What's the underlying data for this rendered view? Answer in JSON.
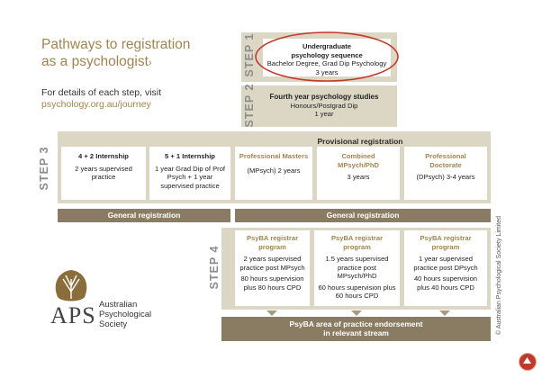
{
  "header": {
    "title_line1": "Pathways to registration",
    "title_line2": "as a psychologist",
    "title_arrow": "›",
    "details_text": "For details of each step, visit",
    "details_link": "psychology.org.au/journey"
  },
  "steps": {
    "step1": "STEP 1",
    "step2": "STEP 2",
    "step3": "STEP 3",
    "step4": "STEP 4"
  },
  "step1_box": {
    "title_line1": "Undergraduate",
    "title_line2": "psychology sequence",
    "sub_line1": "Bachelor Degree, Grad Dip Psychology",
    "sub_line2": "3 years"
  },
  "step2_box": {
    "title": "Fourth year psychology studies",
    "sub_line1": "Honours/Postgrad Dip",
    "sub_line2": "1 year"
  },
  "provisional": "Provisional registration",
  "step3_boxes": [
    {
      "title": "4 + 2 Internship",
      "body": "2 years supervised practice"
    },
    {
      "title": "5 + 1 Internship",
      "body": "1 year Grad Dip of Prof Psych + 1 year supervised practice"
    },
    {
      "title": "Professional Masters",
      "body": "(MPsych) 2 years"
    },
    {
      "title": "Combined MPsych/PhD",
      "body": "3 years"
    },
    {
      "title": "Professional Doctorate",
      "body": "(DPsych) 3-4 years"
    }
  ],
  "general_left": "General registration",
  "general_right": "General registration",
  "step4_boxes": [
    {
      "title": "PsyBA registrar program",
      "body1": "2 years supervised practice post MPsych",
      "body2": "80 hours supervision plus 80 hours CPD"
    },
    {
      "title": "PsyBA registrar program",
      "body1": "1.5 years supervised practice post MPsych/PhD",
      "body2": "60 hours supervision plus 60 hours CPD"
    },
    {
      "title": "PsyBA registrar program",
      "body1": "1 year supervised practice post DPsych",
      "body2": "40 hours supervision plus 40 hours CPD"
    }
  ],
  "endorsement_line1": "PsyBA area of practice endorsement",
  "endorsement_line2": "in relevant stream",
  "logo": {
    "acronym": "APS",
    "line1": "Australian",
    "line2": "Psychological",
    "line3": "Society"
  },
  "copyright": "© Australian Psychological Society Limited",
  "colors": {
    "gold": "#a08550",
    "band": "#dcd6c4",
    "dark_band": "#8a7c63",
    "highlight_circle": "#c0392b",
    "nav_button": "#c0392b"
  }
}
